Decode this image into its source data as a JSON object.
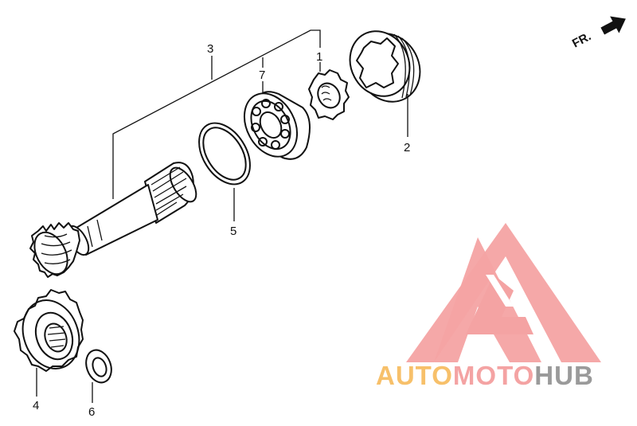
{
  "callouts": {
    "p1": "1",
    "p2": "2",
    "p3": "3",
    "p4": "4",
    "p5": "5",
    "p6": "6",
    "p7": "7"
  },
  "direction": {
    "label": "FR."
  },
  "watermark": {
    "part_a": "AUTO",
    "part_b": "MOTO",
    "part_c": "HUB",
    "color_a": "#f7c06a",
    "color_b": "#f4a3a3",
    "color_c": "#9a9a9a",
    "logo_color": "#f4a3a3"
  },
  "icons": {
    "direction_arrow": "arrow-right-icon",
    "logo": "automotohub-logo-icon"
  }
}
